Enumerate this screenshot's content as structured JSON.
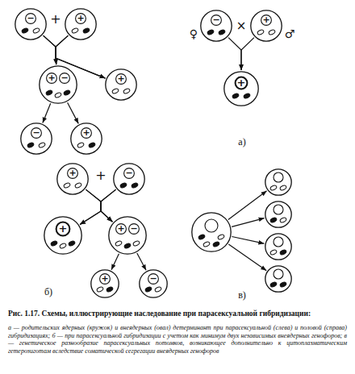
{
  "diagram": {
    "caption": "Рис. 1.17. Схемы, иллюстрирующие наследование при парасексуальной гибридизации:",
    "nodes": [
      {
        "text": []
      },
      {
        "text": [
          "−"
        ],
        "in": 0
      },
      {
        "text": []
      },
      {
        "text": [
          "+"
        ],
        "in": 2
      },
      {
        "text": []
      },
      {
        "text": [
          "−"
        ],
        "in": 4
      },
      {
        "text": []
      },
      {
        "text": [
          "+"
        ],
        "in": 6
      },
      {
        "text": []
      },
      {
        "text": [
          "+"
        ],
        "in": 8
      },
      {
        "text": [
          "−"
        ],
        "in": 8
      },
      {
        "text": []
      },
      {
        "text": [
          "+"
        ],
        "in": 11
      },
      {
        "text": []
      },
      {
        "text": [
          "+"
        ],
        "in": 13
      },
      {
        "text": []
      },
      {
        "text": [
          "−"
        ],
        "in": 15
      },
      {
        "text": []
      },
      {
        "text": [
          "+"
        ],
        "in": 17
      },
      {
        "text": []
      },
      {
        "text": [
          "+"
        ],
        "in": 19
      },
      {
        "text": []
      },
      {
        "text": [
          "−"
        ],
        "in": 21
      },
      {
        "text": []
      },
      {
        "text": [
          "+"
        ],
        "in": 23
      },
      {
        "text": []
      },
      {
        "text": [
          "+"
        ],
        "in": 25
      },
      {
        "text": [
          "−"
        ],
        "in": 25
      },
      {
        "text": []
      },
      {
        "text": []
      },
      {
        "text": []
      },
      {
        "text": []
      },
      {
        "text": [
          "+"
        ],
        "in": 31
      },
      {
        "text": []
      },
      {
        "text": [
          "−"
        ],
        "in": 33
      },
      {
        "text": []
      },
      {
        "text": []
      }
    ],
    "edges": [
      {
        "from": 0,
        "to": 8,
        "arrow": "to"
      },
      {
        "from": 0,
        "to": 11,
        "arrow": "to"
      },
      {
        "from": 2,
        "to": 8,
        "arrow": "to"
      },
      {
        "from": 2,
        "to": 11,
        "arrow": "to"
      },
      {
        "from": 8,
        "to": 15,
        "arrow": "to"
      },
      {
        "from": 8,
        "to": 17,
        "arrow": "to"
      },
      {
        "from": 4,
        "to": 13,
        "arrow": "to"
      },
      {
        "from": 6,
        "to": 13,
        "arrow": "to"
      },
      {
        "from": 19,
        "to": 23,
        "arrow": "to"
      },
      {
        "from": 19,
        "to": 25,
        "arrow": "to"
      },
      {
        "from": 21,
        "to": 23,
        "arrow": "to"
      },
      {
        "from": 21,
        "to": 25,
        "arrow": "to"
      },
      {
        "from": 25,
        "to": 31,
        "arrow": "to"
      },
      {
        "from": 25,
        "to": 33,
        "arrow": "to"
      },
      {
        "from": 28,
        "to": 29,
        "arrow": "to"
      },
      {
        "from": 28,
        "to": 30,
        "arrow": "to"
      },
      {
        "from": 28,
        "to": 35,
        "arrow": "to"
      },
      {
        "from": 28,
        "to": 36,
        "arrow": "to"
      }
    ],
    "labels": [
      "+",
      "×",
      "♀",
      "♂",
      "+",
      "а)",
      "б)",
      "в)",
      "а — родительских ядерных (кружок) и внеядерных (овал) детерминант при парасексуальной (слева) и половой (справа) гибридизациях; б — при парасексуальной гибридизации с учетом как минимум двух независимых внеядерных генофоров; в — генетическое разнообразие парасексуальных потомков, возникающее дополнительно к цитоплазматическим гетерозиготам вследствие соматической сегрегации внеядерных генофоров"
    ]
  }
}
